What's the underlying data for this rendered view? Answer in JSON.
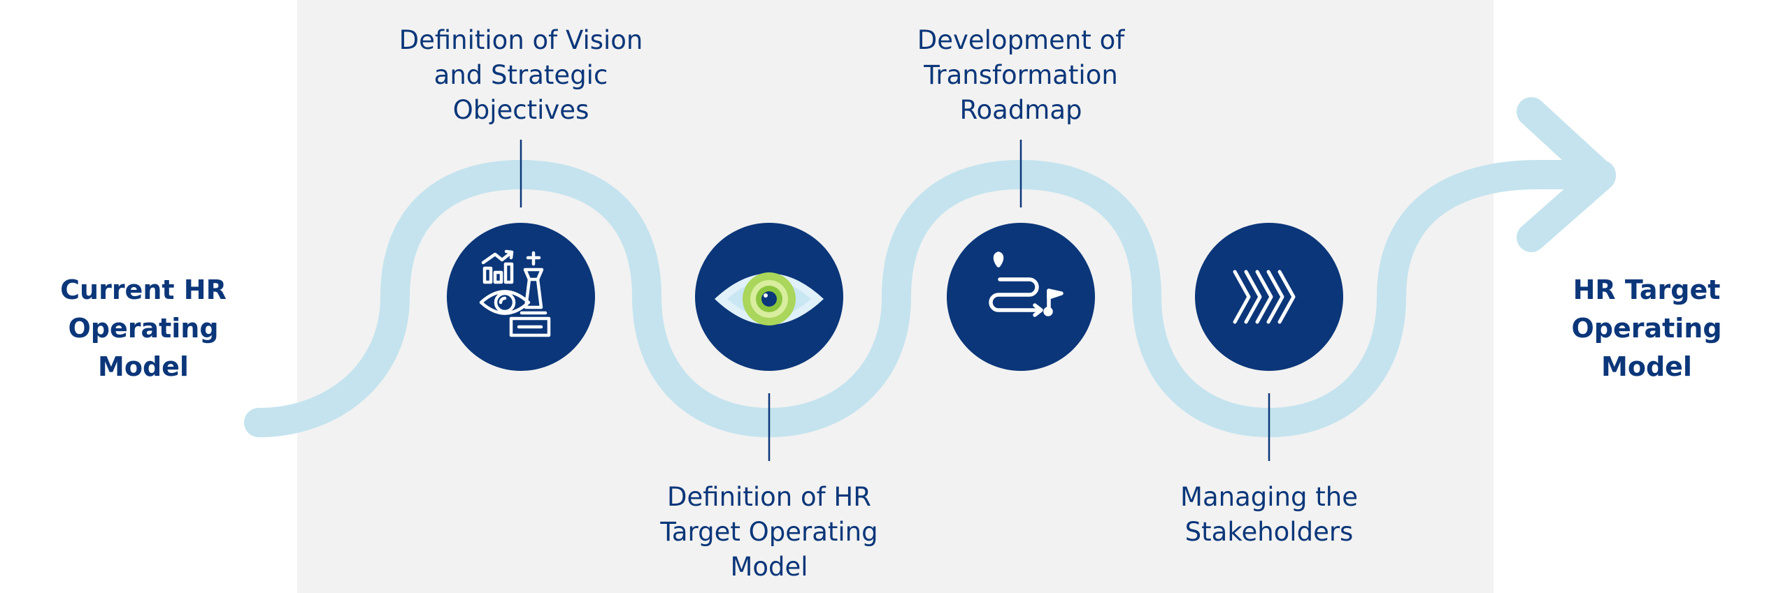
{
  "colors": {
    "navy": "#0b3679",
    "path": "#c4e3ee",
    "panel": "#f2f2f2",
    "text": "#0b3679",
    "eye_green": "#a9d65b",
    "eye_light": "#e1f1f9"
  },
  "start": {
    "label": "Current HR\nOperating\nModel"
  },
  "end": {
    "label": "HR Target\nOperating\nModel"
  },
  "steps": [
    {
      "label": "Definition of Vision\nand Strategic\nObjectives",
      "icon": "vision-strategy-icon"
    },
    {
      "label": "Definition of HR\nTarget Operating\nModel",
      "icon": "eye-icon"
    },
    {
      "label": "Development of\nTransformation\nRoadmap",
      "icon": "roadmap-icon"
    },
    {
      "label": "Managing the\nStakeholders",
      "icon": "chevrons-icon"
    }
  ]
}
